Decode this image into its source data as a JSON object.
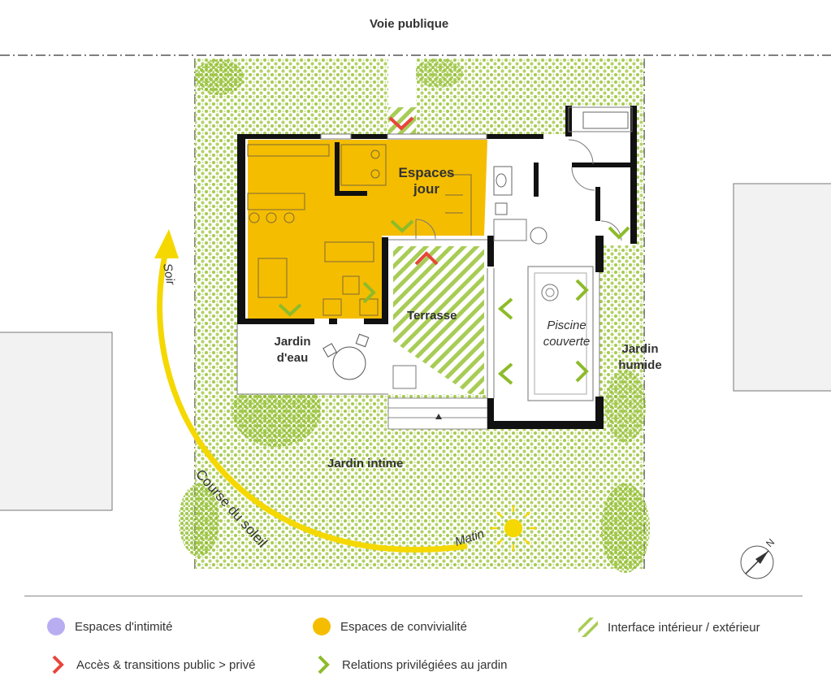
{
  "street_label": "Voie publique",
  "rooms": {
    "espaces_jour": {
      "line1": "Espaces",
      "line2": "jour"
    },
    "terrasse": "Terrasse",
    "piscine": {
      "line1": "Piscine",
      "line2": "couverte"
    },
    "jardin_eau": {
      "line1": "Jardin",
      "line2": "d'eau"
    },
    "jardin_humide": {
      "line1": "Jardin",
      "line2": "humide"
    },
    "jardin_intime": "Jardin intime"
  },
  "sun": {
    "path_label": "Course du soleil",
    "evening": "Soir",
    "morning": "Matin"
  },
  "compass": {
    "letter": "N"
  },
  "legend": {
    "intimite": "Espaces d'intimité",
    "convivialite": "Espaces de convivialité",
    "interface": "Interface intérieur / extérieur",
    "acces": "Accès & transitions public > privé",
    "relations": "Relations privilégiées au jardin"
  },
  "colors": {
    "garden": "#a8cc55",
    "garden_dark": "#8dbb2a",
    "living": "#f5bd00",
    "sun": "#f5d800",
    "access": "#e8453c",
    "relation": "#8dbb2a",
    "intimite": "#b9adf2"
  }
}
